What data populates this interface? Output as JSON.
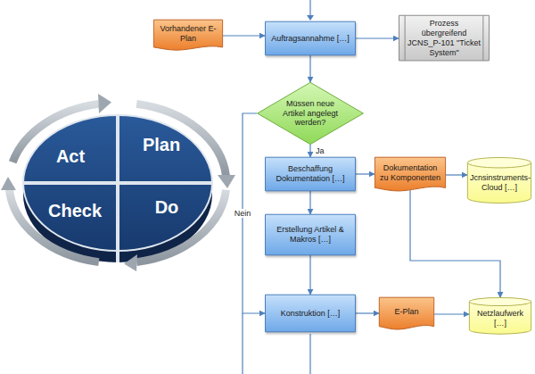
{
  "diagram": {
    "nodes": [
      {
        "text": [
          "Vorhandener E-Plan"
        ]
      },
      {
        "text": [
          "Auftragsannahme […]"
        ]
      },
      {
        "text": [
          "Prozess übergreifend JCNS_P-101 \"Ticket System\""
        ]
      },
      {
        "text": [
          "Müssen neue Artikel angelegt werden?"
        ]
      },
      {
        "text": [
          "Beschaffung Dokumentation […]"
        ]
      },
      {
        "text": [
          "Dokumentation zu Komponenten"
        ]
      },
      {
        "text": [
          "Jcnsinstruments-Cloud […]"
        ]
      },
      {
        "text": [
          "Erstellung Artikel & Makros […]"
        ]
      },
      {
        "text": [
          "Konstruktion […]"
        ]
      },
      {
        "text": [
          "E-Plan"
        ]
      },
      {
        "text": [
          "Netzlaufwerk […]"
        ]
      },
      {
        "text": [
          "Act"
        ]
      },
      {
        "text": [
          "Plan"
        ]
      },
      {
        "text": [
          "Check"
        ]
      },
      {
        "text": [
          "Do"
        ]
      }
    ],
    "edges": [
      {
        "from": 0,
        "to": 1,
        "arrow": "to"
      },
      {
        "from": 1,
        "to": 2,
        "arrow": "to"
      },
      {
        "from": 1,
        "to": 3,
        "arrow": "to"
      },
      {
        "from": 3,
        "to": 4,
        "label": "Ja",
        "arrow": "to"
      },
      {
        "from": 3,
        "to": 8,
        "label": "Nein",
        "arrow": "to"
      },
      {
        "from": 4,
        "to": 5,
        "arrow": "to"
      },
      {
        "from": 5,
        "to": 6,
        "arrow": "to"
      },
      {
        "from": 5,
        "to": 10,
        "arrow": "to"
      },
      {
        "from": 4,
        "to": 7,
        "arrow": "to"
      },
      {
        "from": 7,
        "to": 8,
        "arrow": "to"
      },
      {
        "from": 8,
        "to": 9,
        "arrow": "to"
      },
      {
        "from": 9,
        "to": 10,
        "arrow": "to"
      }
    ]
  }
}
